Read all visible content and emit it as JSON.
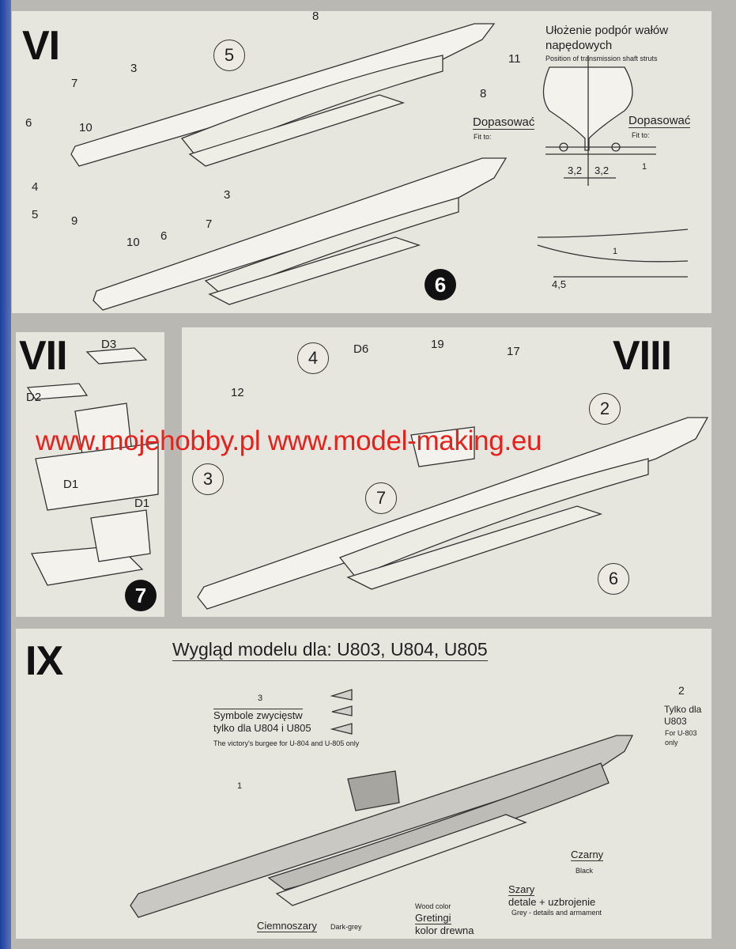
{
  "steps": {
    "vi": {
      "title": "VI",
      "part_numbers": [
        "8",
        "11",
        "8",
        "3",
        "7",
        "6",
        "10",
        "4",
        "5",
        "9",
        "10",
        "6",
        "7",
        "3"
      ],
      "assembly_circle": "5",
      "result_badge": "6",
      "strut_title_line1": "Ułożenie podpór wałów",
      "strut_title_line2": "napędowych",
      "strut_subtitle": "Position of transmission shaft struts",
      "fit_left": "Dopasować",
      "fit_left_en": "Fit to:",
      "fit_right": "Dopasować",
      "fit_right_en": "Fit to:",
      "dim_left": "3,2",
      "dim_right": "3,2",
      "dim_height": "1",
      "dim_side_height": "1",
      "dim_side_length": "4,5"
    },
    "vii": {
      "title": "VII",
      "parts": [
        "D3",
        "D2",
        "D1",
        "D1"
      ],
      "result_badge": "7"
    },
    "viii": {
      "title": "VIII",
      "parts": [
        "D6",
        "19",
        "17",
        "12"
      ],
      "circles": [
        "4",
        "2",
        "3",
        "7",
        "6"
      ]
    },
    "ix": {
      "title": "IX",
      "heading": "Wygląd modelu dla: U803, U804, U805",
      "victory_num": "3",
      "victory_pl_1": "Symbole zwycięstw",
      "victory_pl_2": "tylko dla U804 i U805",
      "victory_en": "The victory's burgee for U-804 and U-805 only",
      "flag_num": "1",
      "only_num": "2",
      "only_pl_1": "Tylko dla",
      "only_pl_2": "U803",
      "only_en_1": "For U-803",
      "only_en_2": "only",
      "black_pl": "Czarny",
      "black_en": "Black",
      "grey_pl_1": "Szary",
      "grey_pl_2": "detale + uzbrojenie",
      "grey_en": "Grey - details and armament",
      "wood_en": "Wood color",
      "wood_pl_1": "Gretingi",
      "wood_pl_2": "kolor drewna",
      "darkgrey_pl": "Ciemnoszary",
      "darkgrey_en": "Dark-grey"
    }
  },
  "watermark": "www.mojehobby.pl www.model-making.eu"
}
